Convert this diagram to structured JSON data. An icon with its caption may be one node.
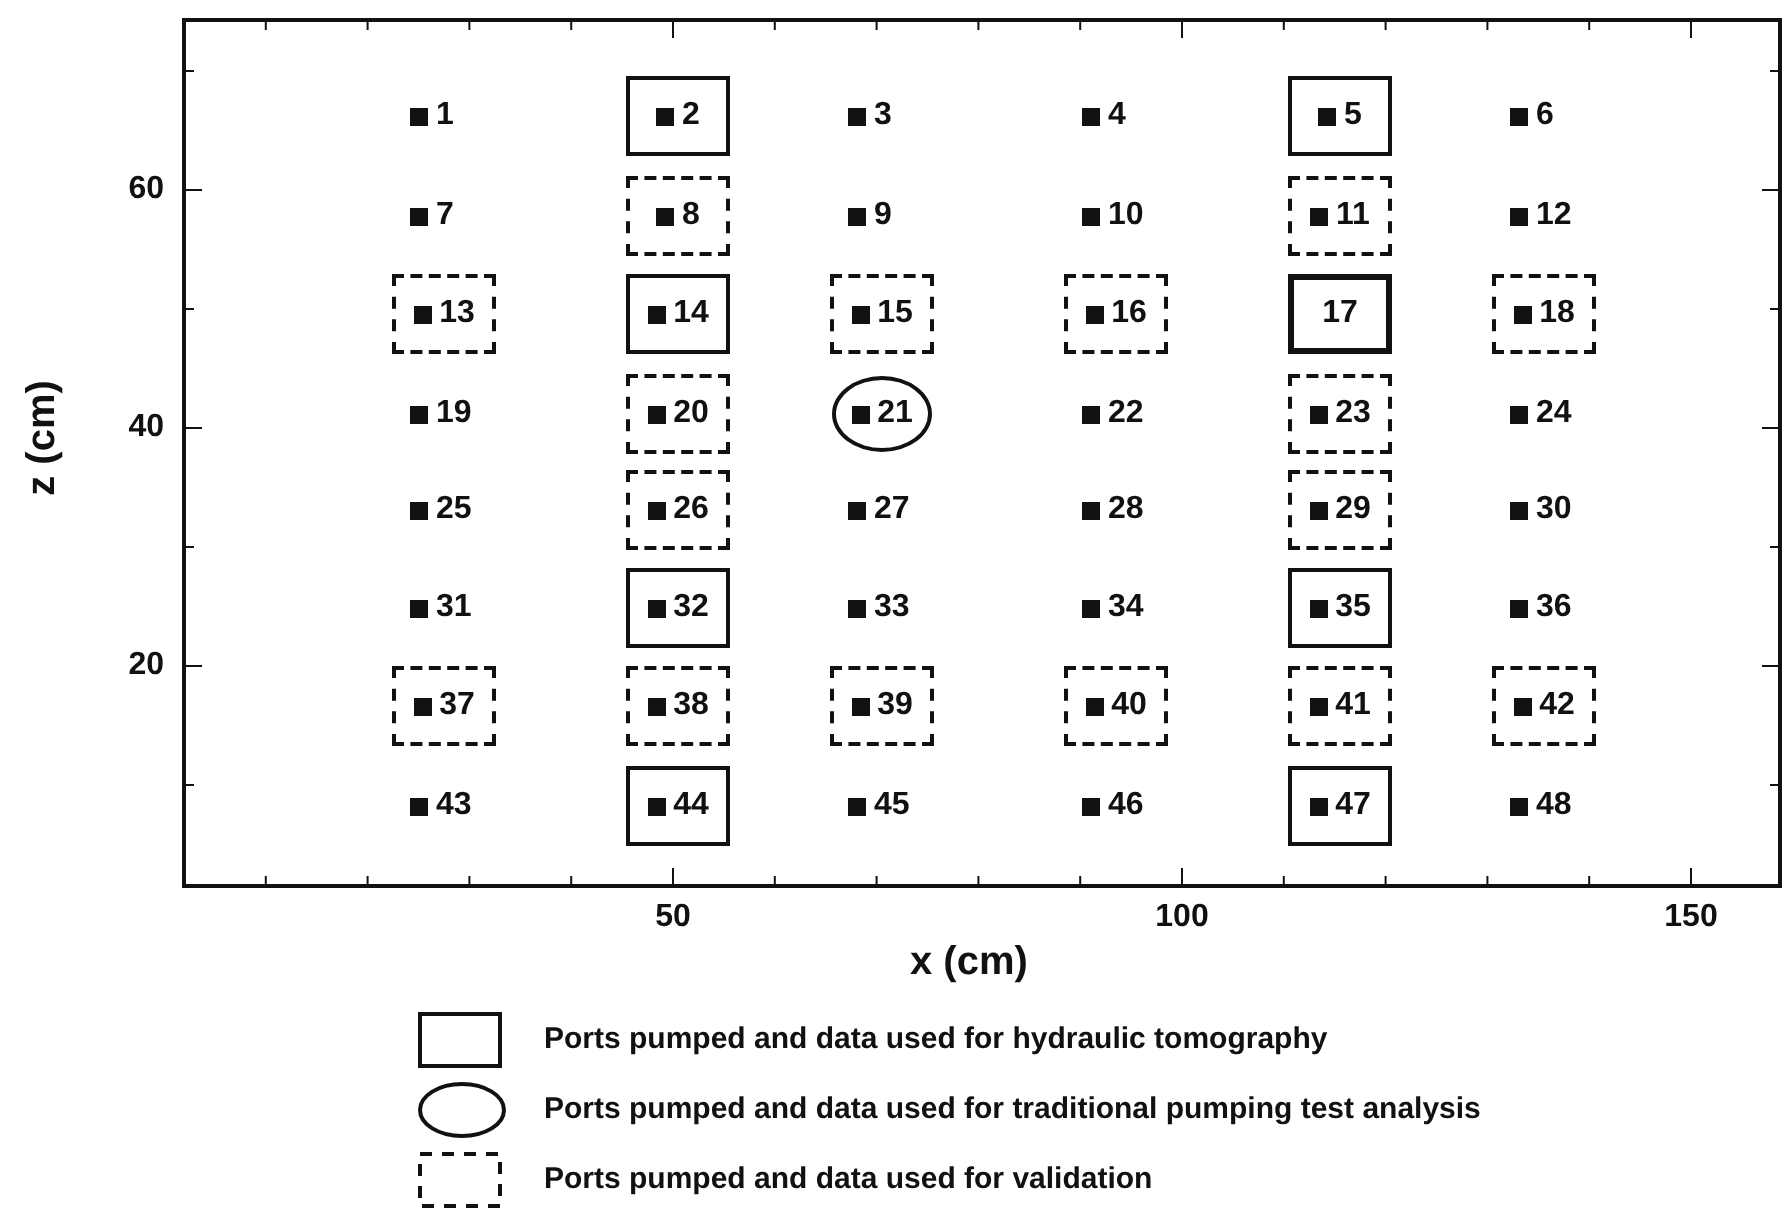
{
  "diagram": {
    "nodes": [
      {
        "text": [
          "2"
        ]
      },
      {
        "text": [
          "5"
        ]
      },
      {
        "text": [
          "8"
        ]
      },
      {
        "text": [
          "11"
        ]
      },
      {
        "text": [
          "13"
        ]
      },
      {
        "text": [
          "14"
        ]
      },
      {
        "text": [
          "15"
        ]
      },
      {
        "text": [
          "16"
        ]
      },
      {
        "text": [
          "17"
        ]
      },
      {
        "text": [
          "18"
        ]
      },
      {
        "text": [
          "20"
        ]
      },
      {
        "text": [
          "21"
        ]
      },
      {
        "text": [
          "23"
        ]
      },
      {
        "text": [
          "26"
        ]
      },
      {
        "text": [
          "29"
        ]
      },
      {
        "text": [
          "32"
        ]
      },
      {
        "text": [
          "35"
        ]
      },
      {
        "text": [
          "37"
        ]
      },
      {
        "text": [
          "38"
        ]
      },
      {
        "text": [
          "39"
        ]
      },
      {
        "text": [
          "40"
        ]
      },
      {
        "text": [
          "41"
        ]
      },
      {
        "text": [
          "42"
        ]
      },
      {
        "text": [
          "44"
        ]
      },
      {
        "text": [
          "47"
        ]
      }
    ],
    "edges": [],
    "labels": [
      "1",
      "3",
      "4",
      "6",
      "7",
      "9",
      "10",
      "12",
      "19",
      "22",
      "24",
      "25",
      "27",
      "28",
      "30",
      "31",
      "33",
      "34",
      "36",
      "43",
      "45",
      "46",
      "48",
      "60",
      "40",
      "20",
      "50",
      "100",
      "150",
      "z (cm)",
      "x (cm)"
    ],
    "legend": [
      {
        "text": "Ports pumped and data used for hydraulic tomography"
      },
      {
        "text": "Ports pumped and data used for traditional pumping test analysis"
      },
      {
        "text": "Ports pumped and data used for validation"
      }
    ]
  }
}
